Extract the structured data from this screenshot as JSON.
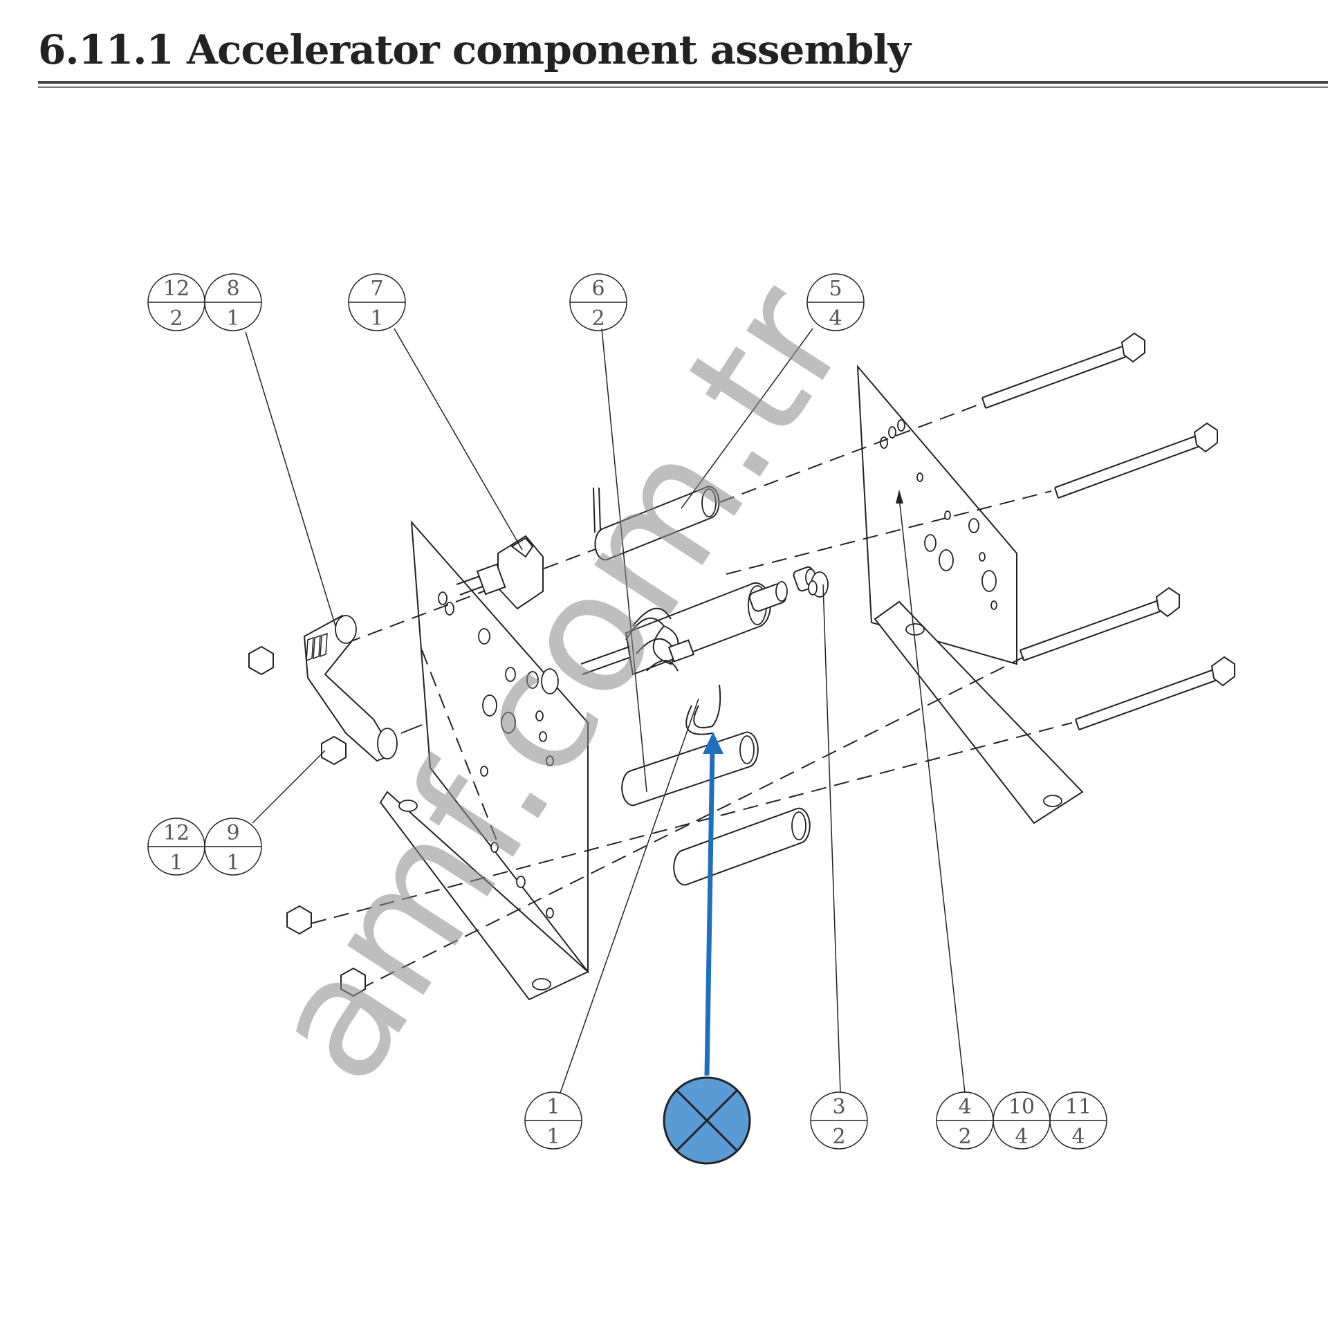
{
  "title": "6.11.1 Accelerator component assembly",
  "watermark": "amf.com.tr",
  "balloons": [
    {
      "part": "12",
      "qty": "2"
    },
    {
      "part": "8",
      "qty": "1"
    },
    {
      "part": "7",
      "qty": "1"
    },
    {
      "part": "6",
      "qty": "2"
    },
    {
      "part": "5",
      "qty": "4"
    },
    {
      "part": "12",
      "qty": "1"
    },
    {
      "part": "9",
      "qty": "1"
    },
    {
      "part": "1",
      "qty": "1"
    },
    {
      "part": "3",
      "qty": "2"
    },
    {
      "part": "4",
      "qty": "2"
    },
    {
      "part": "10",
      "qty": "4"
    },
    {
      "part": "11",
      "qty": "4"
    }
  ],
  "marker": {
    "color": "#5b9bd5",
    "arrow_color": "#1f6fbf"
  }
}
